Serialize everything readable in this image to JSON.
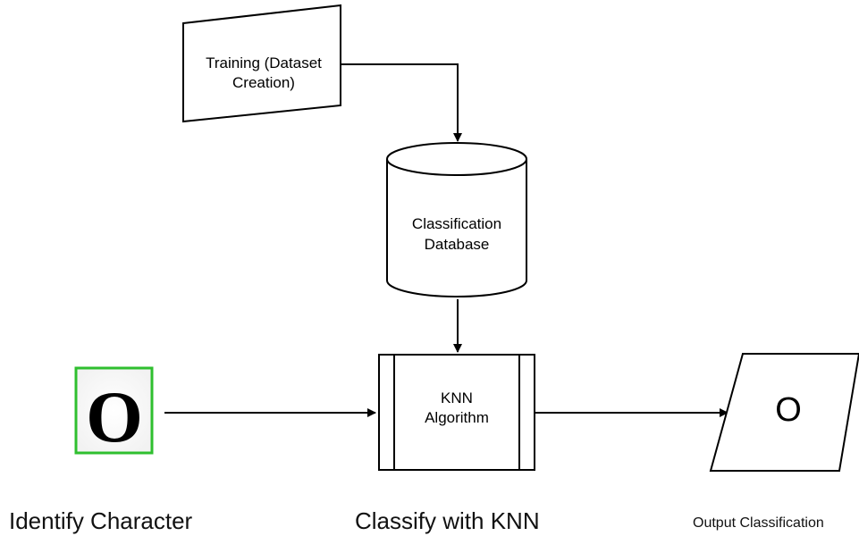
{
  "nodes": {
    "training": {
      "line1": "Training (Dataset",
      "line2": "Creation)"
    },
    "database": {
      "line1": "Classification",
      "line2": "Database"
    },
    "knn": {
      "line1": "KNN",
      "line2": "Algorithm"
    },
    "input_glyph": "O",
    "output": "O"
  },
  "captions": {
    "identify": "Identify Character",
    "classify": "Classify with KNN",
    "output": "Output Classification"
  },
  "colors": {
    "input_frame": "#2fbf2f",
    "stroke": "#000000",
    "background": "#ffffff"
  }
}
